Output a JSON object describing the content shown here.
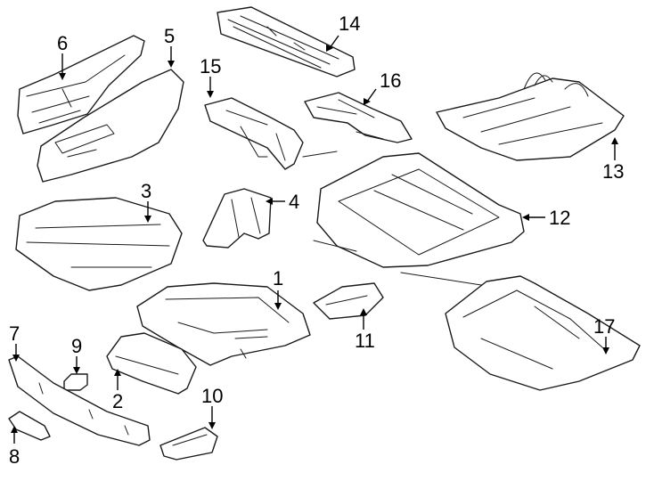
{
  "diagram": {
    "parts": [
      {
        "id": "1",
        "label": "1"
      },
      {
        "id": "2",
        "label": "2"
      },
      {
        "id": "3",
        "label": "3"
      },
      {
        "id": "4",
        "label": "4"
      },
      {
        "id": "5",
        "label": "5"
      },
      {
        "id": "6",
        "label": "6"
      },
      {
        "id": "7",
        "label": "7"
      },
      {
        "id": "8",
        "label": "8"
      },
      {
        "id": "9",
        "label": "9"
      },
      {
        "id": "10",
        "label": "10"
      },
      {
        "id": "11",
        "label": "11"
      },
      {
        "id": "12",
        "label": "12"
      },
      {
        "id": "13",
        "label": "13"
      },
      {
        "id": "14",
        "label": "14"
      },
      {
        "id": "15",
        "label": "15"
      },
      {
        "id": "16",
        "label": "16"
      },
      {
        "id": "17",
        "label": "17"
      }
    ]
  }
}
